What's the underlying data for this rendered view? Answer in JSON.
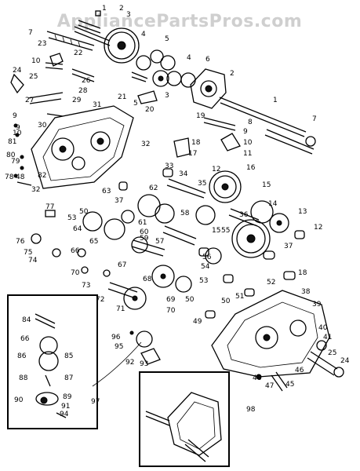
{
  "watermark": "AppliancePartsPros.com",
  "callouts": {
    "c1a": "1",
    "c2a": "2",
    "c3a": "3",
    "c4a": "4",
    "c5a": "5",
    "c6": "6",
    "c7a": "7",
    "c22": "22",
    "c4b": "4",
    "c23": "23",
    "c10a": "10",
    "c24": "24",
    "c26": "26",
    "c25": "25",
    "c28": "28",
    "c27": "27",
    "c29": "29",
    "c21": "21",
    "c5b": "5",
    "c20": "20",
    "c3b": "3",
    "c2b": "2",
    "c1b": "1",
    "c8": "8",
    "c9a": "9",
    "c10b": "10",
    "c7b": "7",
    "c31": "31",
    "c9b": "9",
    "c30": "30",
    "c19": "19",
    "c9c": "9",
    "c10c": "10",
    "c81": "81",
    "c32a": "32",
    "c18": "18",
    "c17": "17",
    "c11": "11",
    "c80": "80",
    "c79": "79",
    "c78": "78",
    "c48a": "48",
    "c82": "82",
    "c32b": "32",
    "c33": "33",
    "c34": "34",
    "c12a": "12",
    "c16": "16",
    "c35": "35",
    "c15a": "15",
    "c63": "63",
    "c37a": "37",
    "c62": "62",
    "c58": "58",
    "c36": "36",
    "c14": "14",
    "c77": "77",
    "c53": "53",
    "c50a": "50",
    "c61": "61",
    "c60": "60",
    "c15b": "15",
    "c13": "13",
    "c64": "64",
    "c65": "65",
    "c59": "59",
    "c55": "55",
    "c12b": "12",
    "c76": "76",
    "c75": "75",
    "c74": "74",
    "c57": "57",
    "c56": "56",
    "c37b": "37",
    "c66a": "66",
    "c67": "67",
    "c68": "68",
    "c54": "54",
    "c18b": "18",
    "c70a": "70",
    "c73": "73",
    "c53b": "53",
    "c52": "52",
    "c38": "38",
    "c72": "72",
    "c69": "69",
    "c50b": "50",
    "c51": "51",
    "c39": "39",
    "c71": "71",
    "c70b": "70",
    "c49": "49",
    "c50c": "50",
    "c84": "84",
    "c66b": "66",
    "c86": "86",
    "c85": "85",
    "c88": "88",
    "c87": "87",
    "c90": "90",
    "c89": "89",
    "c91": "91",
    "c94": "94",
    "c96": "96",
    "c95": "95",
    "c92": "92",
    "c93": "93",
    "c97": "97",
    "c40": "40",
    "c41": "41",
    "c25b": "25",
    "c24b": "24",
    "c46": "46",
    "c48b": "48",
    "c47": "47",
    "c45": "45",
    "c98": "98"
  }
}
